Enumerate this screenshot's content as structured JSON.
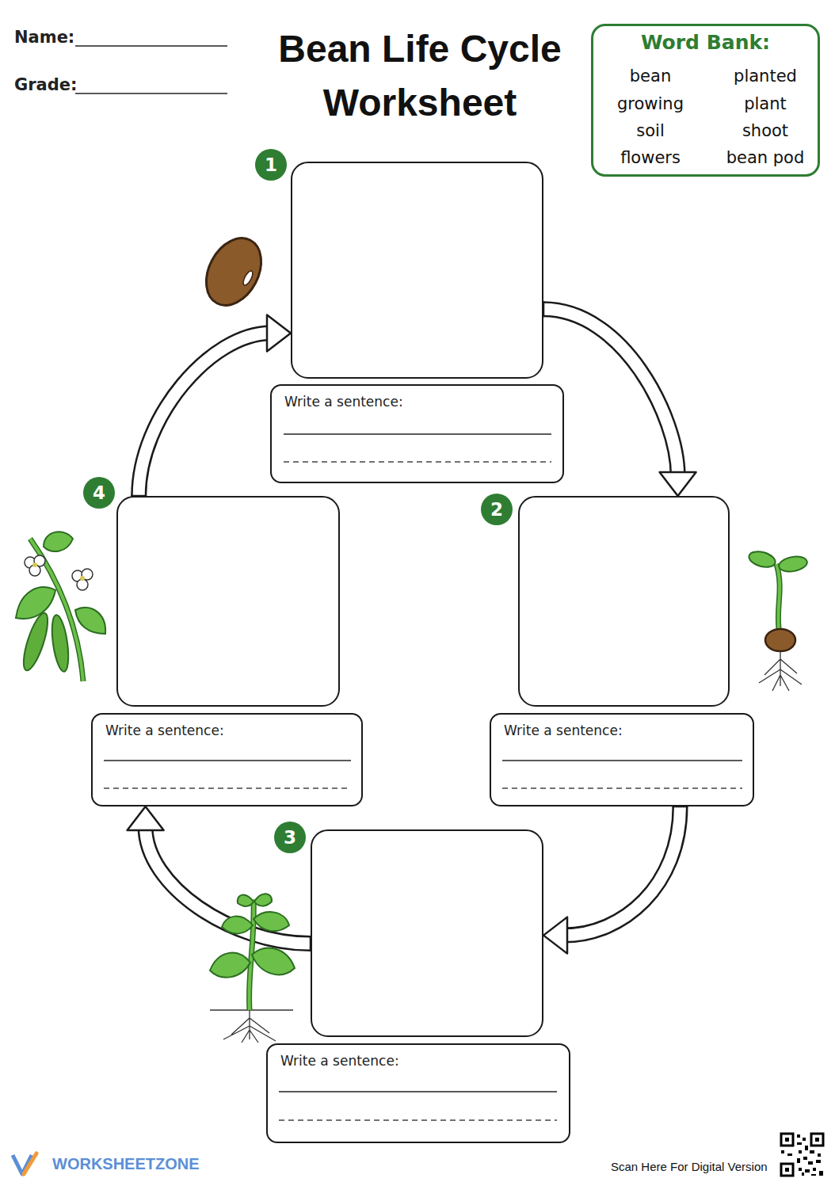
{
  "diagram": {
    "title": "Bean Life Cycle Worksheet",
    "nodes": [
      {
        "text": [
          "Word Bank:",
          "bean",
          "planted",
          "growing",
          "plant",
          "soil",
          "shoot",
          "flowers",
          "bean pod"
        ]
      },
      {
        "text": [
          "1"
        ]
      },
      {
        "text": [
          "Write a sentence:"
        ]
      },
      {
        "text": [
          "2"
        ]
      },
      {
        "text": [
          "Write a sentence:"
        ]
      },
      {
        "text": [
          "3"
        ]
      },
      {
        "text": [
          "Write a sentence:"
        ]
      },
      {
        "text": [
          "4"
        ]
      },
      {
        "text": [
          "Write a sentence:"
        ]
      }
    ],
    "edges": [
      {
        "from": 1,
        "to": 3,
        "arrow": "to"
      },
      {
        "from": 4,
        "to": 5,
        "arrow": "to"
      },
      {
        "from": 5,
        "to": 8,
        "arrow": "to"
      },
      {
        "from": 7,
        "to": 1,
        "arrow": "to"
      }
    ],
    "labels": [
      "Name:",
      "Grade:",
      "WORKSHEETZONE",
      "Scan Here For Digital Version"
    ]
  }
}
